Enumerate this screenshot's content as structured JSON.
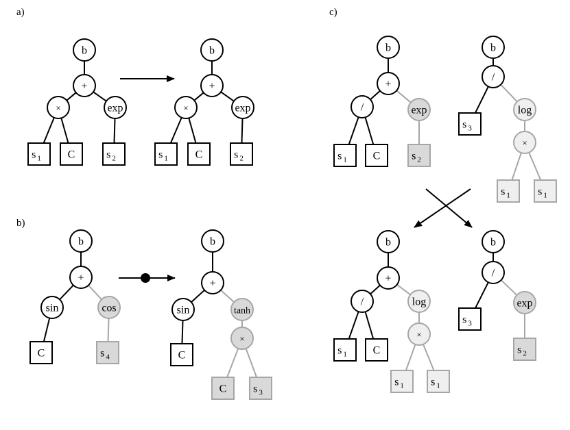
{
  "panels": {
    "a": {
      "label": "a)"
    },
    "b": {
      "label": "b)"
    },
    "c": {
      "label": "c)"
    }
  },
  "colors": {
    "stroke_dark": "#000000",
    "stroke_gray": "#a6a6a6",
    "fill_white": "#ffffff",
    "fill_gray": "#d9d9d9",
    "fill_light": "#efefef"
  },
  "node_text": {
    "b": "b",
    "plus": "+",
    "times": "×",
    "div": "/",
    "exp": "exp",
    "log": "log",
    "sin": "sin",
    "cos": "cos",
    "tanh": "tanh",
    "C": "C",
    "s": "s",
    "sub1": "1",
    "sub2": "2",
    "sub3": "3",
    "sub4": "4"
  }
}
